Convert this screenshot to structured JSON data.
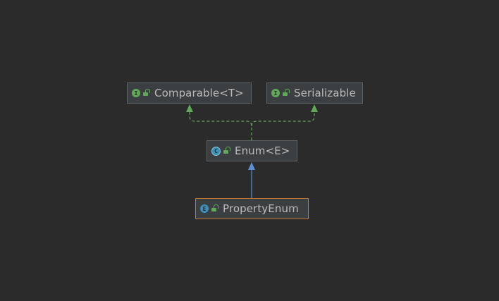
{
  "diagram": {
    "nodes": [
      {
        "id": "comparable",
        "label": "Comparable<T>",
        "badge": "I",
        "kind": "interface"
      },
      {
        "id": "serializable",
        "label": "Serializable",
        "badge": "I",
        "kind": "interface"
      },
      {
        "id": "enum",
        "label": "Enum<E>",
        "badge": "C",
        "kind": "class"
      },
      {
        "id": "property-enum",
        "label": "PropertyEnum",
        "badge": "E",
        "kind": "enum",
        "selected": true
      }
    ],
    "edges": [
      {
        "from": "enum",
        "to": "comparable",
        "type": "implements",
        "style": "dashed"
      },
      {
        "from": "enum",
        "to": "serializable",
        "type": "implements",
        "style": "dashed"
      },
      {
        "from": "property-enum",
        "to": "enum",
        "type": "extends",
        "style": "solid"
      }
    ],
    "colors": {
      "background": "#2b2b2b",
      "node_fill": "#3c3f41",
      "node_border": "#5e6264",
      "selected_border": "#c47b31",
      "implements_edge": "#62a85b",
      "extends_edge": "#5c8ed6",
      "text": "#bbbbbb"
    }
  }
}
